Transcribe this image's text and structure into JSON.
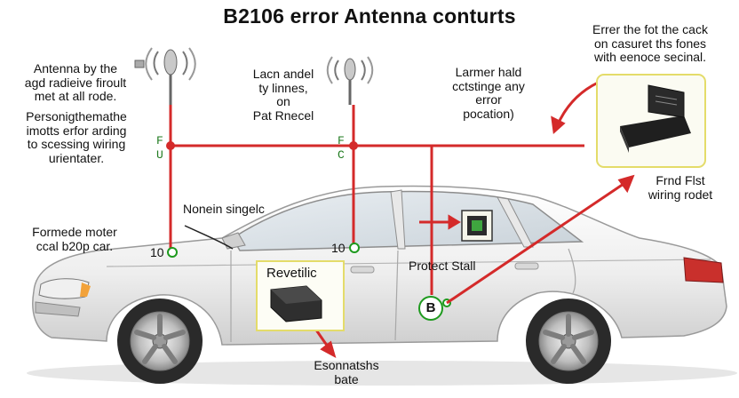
{
  "title": "B2106 error Antenna conturts",
  "notes": {
    "left_top": [
      "Antenna by the",
      "agd radieive firoult",
      "met at all rode."
    ],
    "left_mid": [
      "Personigthemathe",
      "imotts erfor arding",
      "to scessing wiring",
      "urientater."
    ],
    "center_top": [
      "Lacn andel",
      "ty linnes,",
      "on",
      "Pat Rnecel"
    ],
    "center_right": [
      "Larmer hald",
      "cctstinge any",
      "error",
      "pocation)"
    ],
    "top_right": [
      "Errer the fot the cack",
      "on casuret ths fones",
      "with eenoce secinal."
    ],
    "right_mid": [
      "Frnd Flst",
      "wiring rodet"
    ],
    "nonein": "Nonein singelc",
    "formede": [
      "Formede moter",
      "ccal b20p car."
    ],
    "revetilic": "Revetilic",
    "protect_stall": "Protect Stall",
    "bottom": [
      "Esonnatshs",
      "bate"
    ]
  },
  "pins": {
    "left_letters": [
      "F",
      "U"
    ],
    "mid_letters": [
      "F",
      "C"
    ],
    "left_num": "10",
    "mid_num": "10",
    "b": "B"
  },
  "colors": {
    "wire": "#d42a2a",
    "highlight": "#f2e98a",
    "node": "#1e9a1e",
    "car_body": "#f1f1f1"
  }
}
